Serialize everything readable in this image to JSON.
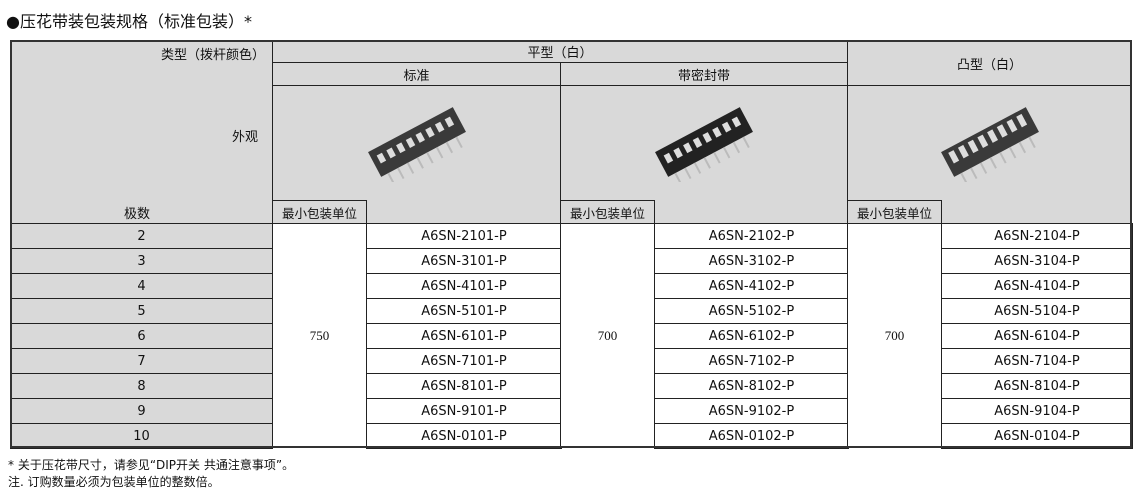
{
  "title": "●压花带装包装规格（标准包装）*",
  "header": {
    "type_label": "类型（拨杆颜色）",
    "appearance_label": "外观",
    "poles_label": "极数",
    "flat": "平型（白）",
    "raised": "凸型（白）",
    "standard": "标准",
    "sealed": "带密封带",
    "min_unit": "最小包装单位"
  },
  "poles": [
    "2",
    "3",
    "4",
    "5",
    "6",
    "7",
    "8",
    "9",
    "10"
  ],
  "groups": [
    {
      "qty": "750",
      "parts": [
        "A6SN-2101-P",
        "A6SN-3101-P",
        "A6SN-4101-P",
        "A6SN-5101-P",
        "A6SN-6101-P",
        "A6SN-7101-P",
        "A6SN-8101-P",
        "A6SN-9101-P",
        "A6SN-0101-P"
      ]
    },
    {
      "qty": "700",
      "parts": [
        "A6SN-2102-P",
        "A6SN-3102-P",
        "A6SN-4102-P",
        "A6SN-5102-P",
        "A6SN-6102-P",
        "A6SN-7102-P",
        "A6SN-8102-P",
        "A6SN-9102-P",
        "A6SN-0102-P"
      ]
    },
    {
      "qty": "700",
      "parts": [
        "A6SN-2104-P",
        "A6SN-3104-P",
        "A6SN-4104-P",
        "A6SN-5104-P",
        "A6SN-6104-P",
        "A6SN-7104-P",
        "A6SN-8104-P",
        "A6SN-9104-P",
        "A6SN-0104-P"
      ]
    }
  ],
  "notes": [
    "* 关于压花带尺寸，请参见“DIP开关 共通注意事项”。",
    "注. 订购数量必须为包装单位的整数倍。"
  ]
}
